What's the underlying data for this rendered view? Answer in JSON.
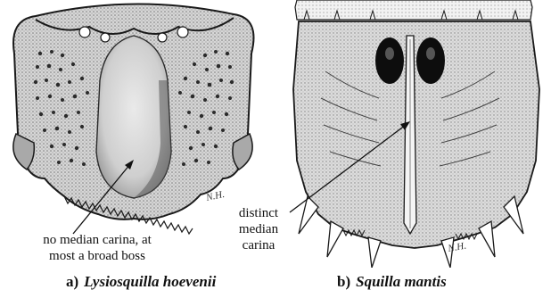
{
  "panels": {
    "a": {
      "caption_letter": "a)",
      "caption_species": "Lysiosquilla hoevenii",
      "callout_lines": [
        "no median carina, at",
        "most a broad boss"
      ],
      "artist_initials": "N.H."
    },
    "b": {
      "caption_letter": "b)",
      "caption_species": "Squilla mantis",
      "callout_lines": [
        "distinct",
        "median",
        "carina"
      ],
      "artist_initials": "N.H."
    }
  },
  "colors": {
    "ink": "#1a1a1a",
    "stipple_light": "#c9c9c9",
    "stipple_dark": "#8a8a8a",
    "background": "#ffffff"
  }
}
